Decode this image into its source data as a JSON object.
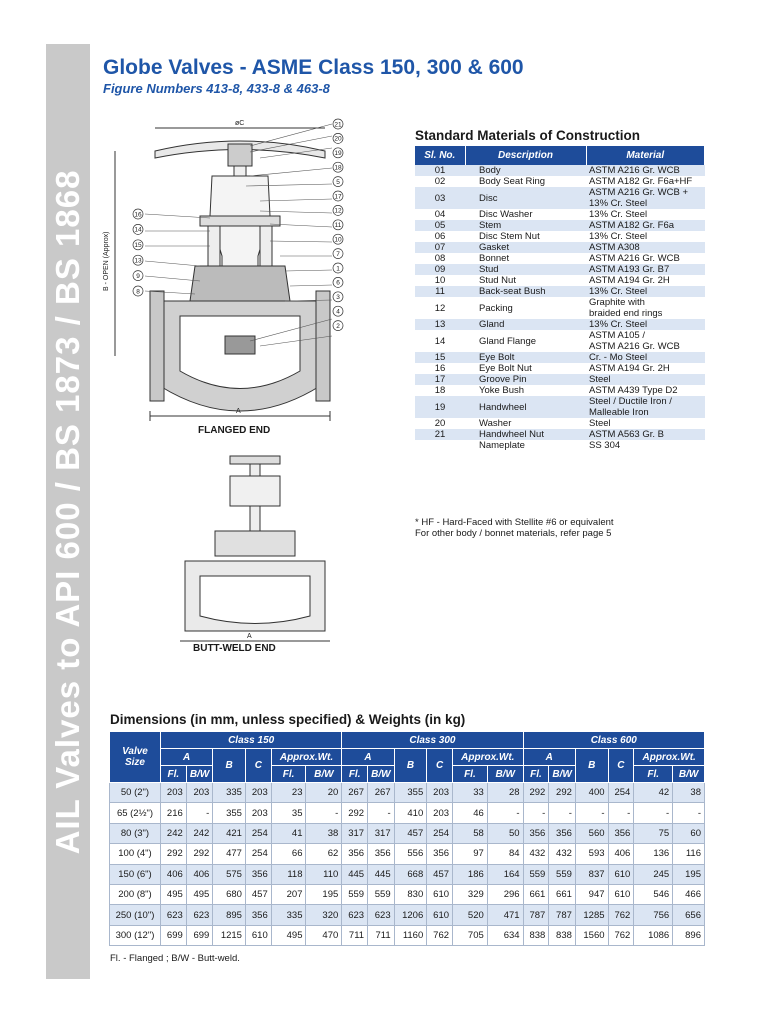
{
  "sidebar_text": "AIL Valves to API 600 / BS 1873 / BS 1868",
  "title": "Globe Valves - ASME Class 150, 300 & 600",
  "subtitle": "Figure Numbers 413-8, 433-8 & 463-8",
  "drawing": {
    "caption_flanged": "FLANGED END",
    "caption_butt": "BUTT-WELD END",
    "dim_c": "øC",
    "dim_b": "B - OPEN (Approx)",
    "dim_a": "A",
    "callouts_right": [
      "21",
      "20",
      "19",
      "18",
      "5",
      "17",
      "12",
      "11",
      "10",
      "7",
      "1",
      "6",
      "3",
      "4",
      "2"
    ],
    "callouts_left": [
      "16",
      "14",
      "15",
      "13",
      "9",
      "8"
    ]
  },
  "materials": {
    "heading": "Standard Materials of Construction",
    "headers": [
      "Sl. No.",
      "Description",
      "Material"
    ],
    "rows": [
      [
        "01",
        "Body",
        "ASTM A216 Gr. WCB"
      ],
      [
        "02",
        "Body Seat Ring",
        "ASTM A182 Gr. F6a+HF"
      ],
      [
        "03",
        "Disc",
        "ASTM A216 Gr. WCB +\n13% Cr. Steel"
      ],
      [
        "04",
        "Disc Washer",
        "13% Cr. Steel"
      ],
      [
        "05",
        "Stem",
        "ASTM A182 Gr. F6a"
      ],
      [
        "06",
        "Disc Stem Nut",
        "13% Cr. Steel"
      ],
      [
        "07",
        "Gasket",
        "ASTM A308"
      ],
      [
        "08",
        "Bonnet",
        "ASTM A216 Gr. WCB"
      ],
      [
        "09",
        "Stud",
        "ASTM A193 Gr. B7"
      ],
      [
        "10",
        "Stud Nut",
        "ASTM A194 Gr. 2H"
      ],
      [
        "11",
        "Back-seat Bush",
        "13% Cr. Steel"
      ],
      [
        "12",
        "Packing",
        "Graphite with\nbraided end rings"
      ],
      [
        "13",
        "Gland",
        "13% Cr. Steel"
      ],
      [
        "14",
        "Gland Flange",
        "ASTM A105 /\nASTM A216 Gr. WCB"
      ],
      [
        "15",
        "Eye Bolt",
        "Cr. - Mo Steel"
      ],
      [
        "16",
        "Eye Bolt Nut",
        "ASTM A194 Gr. 2H"
      ],
      [
        "17",
        "Groove Pin",
        "Steel"
      ],
      [
        "18",
        "Yoke Bush",
        "ASTM A439 Type D2"
      ],
      [
        "19",
        "Handwheel",
        "Steel / Ductile Iron /\nMalleable Iron"
      ],
      [
        "20",
        "Washer",
        "Steel"
      ],
      [
        "21",
        "Handwheel Nut",
        "ASTM A563 Gr. B"
      ],
      [
        "",
        "Nameplate",
        "SS 304"
      ]
    ],
    "note1": "* HF - Hard-Faced with Stellite #6 or equivalent",
    "note2": "For other body / bonnet materials, refer page 5"
  },
  "dimensions": {
    "heading": "Dimensions (in mm, unless specified) & Weights (in kg)",
    "size_header": "Valve\nSize",
    "classes": [
      "Class 150",
      "Class 300",
      "Class 600"
    ],
    "a_label": "A",
    "b_label": "B",
    "c_label": "C",
    "wt_label": "Approx.Wt.",
    "fl_label": "Fl.",
    "bw_label": "B/W",
    "rows": [
      [
        "50 (2\")",
        "203",
        "203",
        "335",
        "203",
        "23",
        "20",
        "267",
        "267",
        "355",
        "203",
        "33",
        "28",
        "292",
        "292",
        "400",
        "254",
        "42",
        "38"
      ],
      [
        "65 (2½\")",
        "216",
        "-",
        "355",
        "203",
        "35",
        "-",
        "292",
        "-",
        "410",
        "203",
        "46",
        "-",
        "-",
        "-",
        "-",
        "-",
        "-",
        "-"
      ],
      [
        "80 (3\")",
        "242",
        "242",
        "421",
        "254",
        "41",
        "38",
        "317",
        "317",
        "457",
        "254",
        "58",
        "50",
        "356",
        "356",
        "560",
        "356",
        "75",
        "60"
      ],
      [
        "100 (4\")",
        "292",
        "292",
        "477",
        "254",
        "66",
        "62",
        "356",
        "356",
        "556",
        "356",
        "97",
        "84",
        "432",
        "432",
        "593",
        "406",
        "136",
        "116"
      ],
      [
        "150 (6\")",
        "406",
        "406",
        "575",
        "356",
        "118",
        "110",
        "445",
        "445",
        "668",
        "457",
        "186",
        "164",
        "559",
        "559",
        "837",
        "610",
        "245",
        "195"
      ],
      [
        "200 (8\")",
        "495",
        "495",
        "680",
        "457",
        "207",
        "195",
        "559",
        "559",
        "830",
        "610",
        "329",
        "296",
        "661",
        "661",
        "947",
        "610",
        "546",
        "466"
      ],
      [
        "250 (10\")",
        "623",
        "623",
        "895",
        "356",
        "335",
        "320",
        "623",
        "623",
        "1206",
        "610",
        "520",
        "471",
        "787",
        "787",
        "1285",
        "762",
        "756",
        "656"
      ],
      [
        "300 (12\")",
        "699",
        "699",
        "1215",
        "610",
        "495",
        "470",
        "711",
        "711",
        "1160",
        "762",
        "705",
        "634",
        "838",
        "838",
        "1560",
        "762",
        "1086",
        "896"
      ]
    ],
    "note": "Fl. - Flanged ; B/W - Butt-weld."
  }
}
